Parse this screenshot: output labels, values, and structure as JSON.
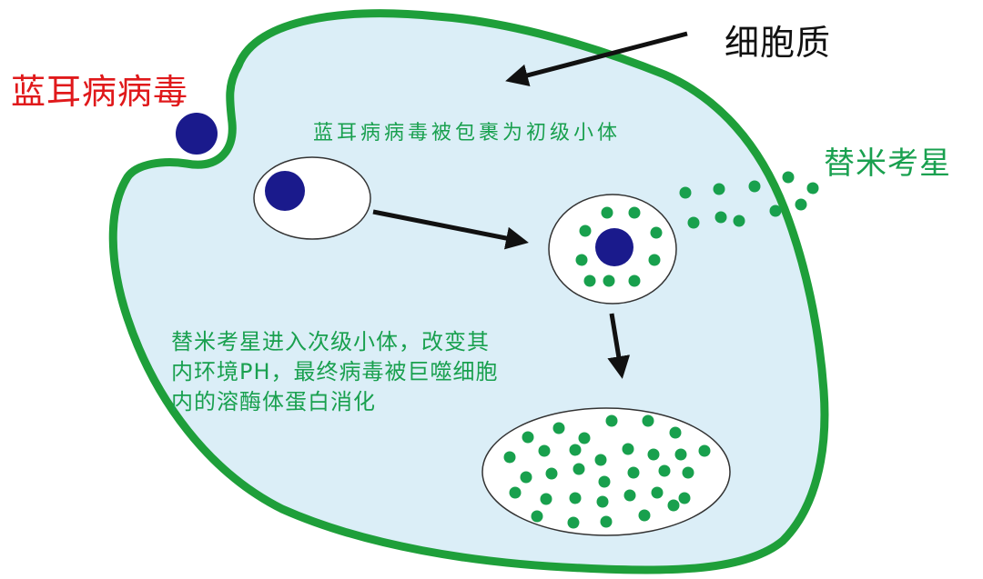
{
  "labels": {
    "virus": "蓝耳病病毒",
    "cytoplasm": "细胞质",
    "drug": "替米考星",
    "step1": "蓝耳病病毒被包裹为初级小体",
    "step2_lines": [
      "替米考星进入次级小体，改变其",
      "内环境PH，最终病毒被巨噬细胞",
      "内的溶酶体蛋白消化"
    ]
  },
  "colors": {
    "cell_fill": "#dbeef7",
    "cell_border": "#1e9f3a",
    "virus": "#1a1a8c",
    "drug_dot": "#18a04d",
    "arrow": "#111111",
    "virus_label": "#e0191b",
    "drug_label": "#19a04f"
  }
}
